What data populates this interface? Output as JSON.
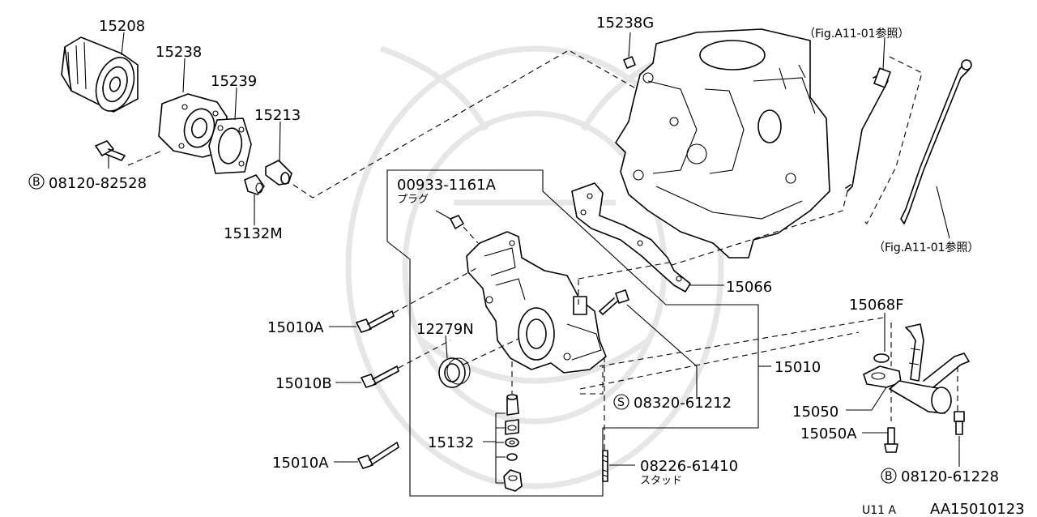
{
  "labels": {
    "p15208": "15208",
    "p15238": "15238",
    "p15239": "15239",
    "p15213": "15213",
    "p15132M": "15132M",
    "bolt_82528": "08120-82528",
    "p15238G": "15238G",
    "fig_ref_top": "（Fig.A11-01参照）",
    "fig_ref_right": "（Fig.A11-01参照）",
    "p00933": "00933-1161A",
    "plug": "プラグ",
    "p15066": "15066",
    "p15010A_top": "15010A",
    "p12279N": "12279N",
    "p15010B": "15010B",
    "p15010": "15010",
    "p15068F": "15068F",
    "screw_61212": "08320-61212",
    "p15050": "15050",
    "p15050A": "15050A",
    "p15132": "15132",
    "p15010A_bottom": "15010A",
    "stud_61410": "08226-61410",
    "stud": "スタッド",
    "bolt_61228": "08120-61228",
    "page_code": "U11 A",
    "diagram_code": "AA15010123"
  },
  "markers": {
    "b": "B",
    "s": "S"
  }
}
